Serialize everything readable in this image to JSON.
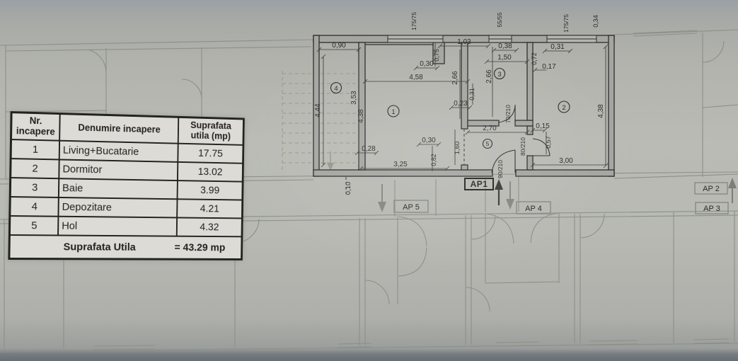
{
  "table": {
    "col_headers": [
      "Nr. incapere",
      "Denumire incapere",
      "Suprafata utila (mp)"
    ],
    "rows": [
      [
        "1",
        "Living+Bucatarie",
        "17.75"
      ],
      [
        "2",
        "Dormitor",
        "13.02"
      ],
      [
        "3",
        "Baie",
        "3.99"
      ],
      [
        "4",
        "Depozitare",
        "4.21"
      ],
      [
        "5",
        "Hol",
        "4.32"
      ]
    ],
    "total_label": "Suprafata Utila",
    "total_value": "= 43.29 mp"
  },
  "plan": {
    "rooms": [
      "1",
      "2",
      "3",
      "4",
      "5"
    ],
    "dims": [
      "0,90",
      "175/75",
      "55/55",
      "175/75",
      "0,34",
      "0,75",
      "1,03",
      "0,30",
      "0,38",
      "1,50",
      "0,31",
      "0,72",
      "0,17",
      "4,58",
      "2,66",
      "2,66",
      "0,31",
      "0,23",
      "3,53",
      "4,38",
      "4,44",
      "2,70",
      "0,15",
      "0,57",
      "4,38",
      "0,30",
      "1,60",
      "0,28",
      "3,25",
      "0,82",
      "0,10",
      "3,00",
      "70/210",
      "80/210",
      "90/210"
    ],
    "ap": {
      "ap1": "AP1",
      "ap2": "AP 2",
      "ap3": "AP 3",
      "ap4": "AP 4",
      "ap5": "AP 5"
    }
  },
  "colors": {
    "paper": "#b5b6b0",
    "ink": "#2b2a27",
    "faint_lines": "#8d8f89",
    "table_paper": "#dcdbd6",
    "wall_fill": "#a5a6a1"
  }
}
